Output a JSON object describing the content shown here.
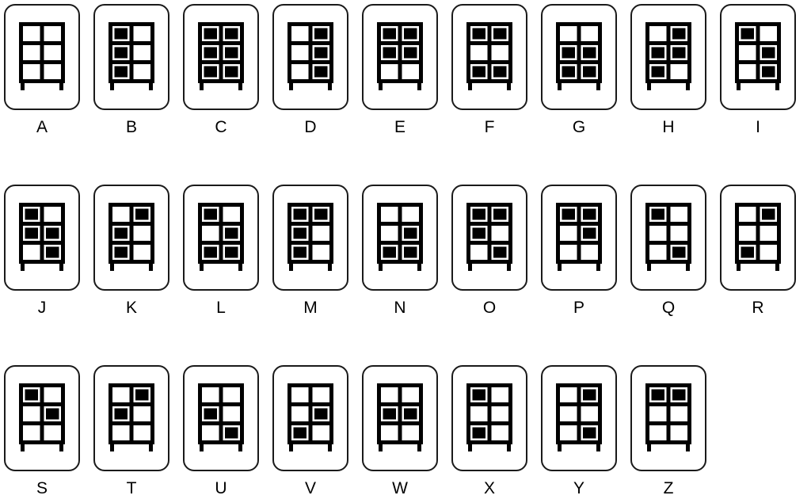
{
  "title": "shelf-grid letter key A-Z",
  "colors": {
    "line": "#000000",
    "fill": "#000000",
    "card_border": "#1a1a1a",
    "background": "#ffffff",
    "label_color": "#000000"
  },
  "icon": {
    "name": "shelf-grid-icon",
    "grid": "2 columns x 3 rows with legs",
    "cells_order": "row-major: [r1c1, r1c2, r2c1, r2c2, r3c1, r3c2]"
  },
  "layout": {
    "cards_per_row": [
      9,
      9,
      8
    ]
  },
  "cards": [
    {
      "label": "A",
      "cells": [
        0,
        0,
        0,
        0,
        0,
        0
      ]
    },
    {
      "label": "B",
      "cells": [
        1,
        0,
        1,
        0,
        1,
        0
      ]
    },
    {
      "label": "C",
      "cells": [
        1,
        1,
        1,
        1,
        1,
        1
      ]
    },
    {
      "label": "D",
      "cells": [
        0,
        1,
        0,
        1,
        0,
        1
      ]
    },
    {
      "label": "E",
      "cells": [
        1,
        1,
        1,
        1,
        0,
        0
      ]
    },
    {
      "label": "F",
      "cells": [
        1,
        1,
        0,
        0,
        1,
        1
      ]
    },
    {
      "label": "G",
      "cells": [
        0,
        0,
        1,
        1,
        1,
        1
      ]
    },
    {
      "label": "H",
      "cells": [
        0,
        1,
        1,
        1,
        1,
        0
      ]
    },
    {
      "label": "I",
      "cells": [
        1,
        0,
        0,
        1,
        0,
        1
      ]
    },
    {
      "label": "J",
      "cells": [
        1,
        0,
        1,
        1,
        0,
        1
      ]
    },
    {
      "label": "K",
      "cells": [
        0,
        1,
        1,
        0,
        1,
        0
      ]
    },
    {
      "label": "L",
      "cells": [
        1,
        0,
        0,
        1,
        1,
        1
      ]
    },
    {
      "label": "M",
      "cells": [
        1,
        1,
        1,
        0,
        1,
        0
      ]
    },
    {
      "label": "N",
      "cells": [
        0,
        0,
        0,
        1,
        1,
        1
      ]
    },
    {
      "label": "O",
      "cells": [
        1,
        1,
        1,
        0,
        0,
        1
      ]
    },
    {
      "label": "P",
      "cells": [
        1,
        1,
        0,
        1,
        0,
        0
      ]
    },
    {
      "label": "Q",
      "cells": [
        1,
        0,
        0,
        0,
        0,
        1
      ]
    },
    {
      "label": "R",
      "cells": [
        0,
        1,
        0,
        0,
        1,
        0
      ]
    },
    {
      "label": "S",
      "cells": [
        1,
        0,
        0,
        1,
        0,
        0
      ]
    },
    {
      "label": "T",
      "cells": [
        0,
        1,
        1,
        0,
        0,
        0
      ]
    },
    {
      "label": "U",
      "cells": [
        0,
        0,
        1,
        0,
        0,
        1
      ]
    },
    {
      "label": "V",
      "cells": [
        0,
        0,
        0,
        1,
        1,
        0
      ]
    },
    {
      "label": "W",
      "cells": [
        0,
        0,
        1,
        1,
        0,
        0
      ]
    },
    {
      "label": "X",
      "cells": [
        1,
        0,
        0,
        0,
        1,
        0
      ]
    },
    {
      "label": "Y",
      "cells": [
        0,
        1,
        0,
        0,
        0,
        1
      ]
    },
    {
      "label": "Z",
      "cells": [
        1,
        1,
        0,
        0,
        0,
        0
      ]
    }
  ]
}
